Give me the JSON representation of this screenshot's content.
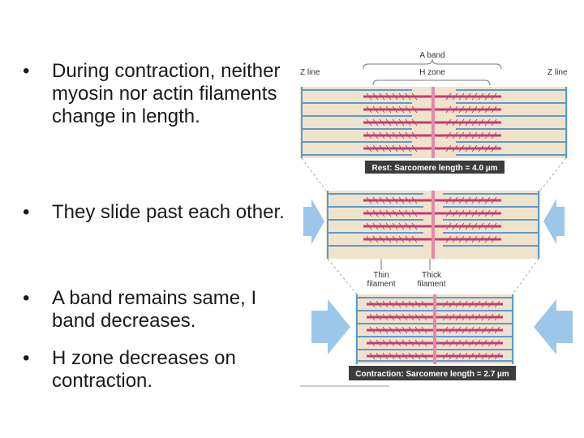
{
  "bullets": [
    {
      "symbol": "•",
      "text": "During contraction, neither myosin nor actin filaments change in length."
    },
    {
      "symbol": "•",
      "text": "They slide past each other."
    },
    {
      "symbol": "•",
      "text": "A band remains same, I band decreases."
    },
    {
      "symbol": "•",
      "text": "H zone decreases on contraction."
    }
  ],
  "diagram": {
    "a_band": "A band",
    "h_zone": "H zone",
    "z_line_left": "Z line",
    "z_line_right": "Z line",
    "thin_filament": "Thin filament",
    "thick_filament": "Thick filament",
    "rest_caption": "Rest: Sarcomere length = 4.0 µm",
    "contraction_caption": "Contraction: Sarcomere length = 2.7 µm"
  },
  "colors": {
    "background_band": "#f0e3cc",
    "actin": "#5a9bd1",
    "myosin": "#c43d6e",
    "m_line": "#e48aa8",
    "arrow": "#9cc6ea",
    "caption_bg": "#3c3c3c"
  }
}
